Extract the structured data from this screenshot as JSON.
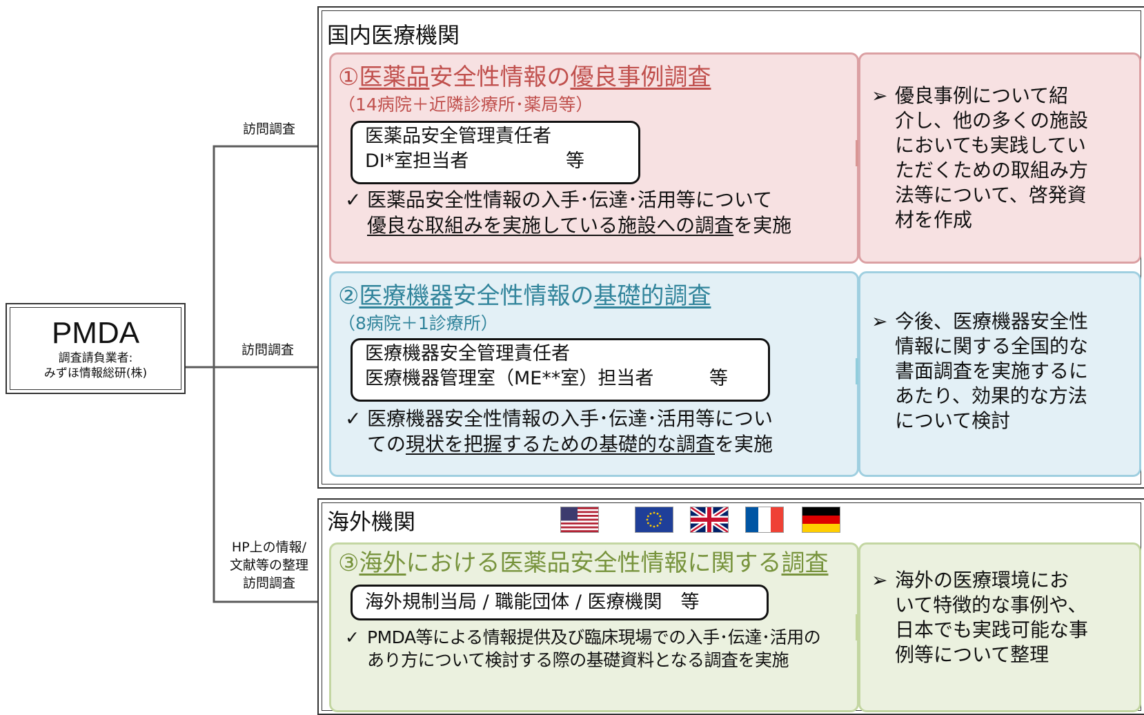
{
  "pmda": {
    "title": "PMDA",
    "sub1": "調査請負業者:",
    "sub2": "みずほ情報総研(株)"
  },
  "connectors": {
    "label1": "訪問調査",
    "label2": "訪問調査",
    "label3_line1": "HP上の情報/",
    "label3_line2": "文献等の整理",
    "label3_line3": "訪問調査"
  },
  "domestic": {
    "title": "国内医療機関",
    "survey1": {
      "num": "①",
      "title_a": "医薬品",
      "title_b": "安全性情報の",
      "title_c": "優良事例調査",
      "scope": "（14病院＋近隣診療所･薬局等）",
      "role1": "医薬品安全管理責任者",
      "role2": "DI*室担当者",
      "role_etc": "等",
      "check": "✓",
      "note1": "医薬品安全性情報の入手･伝達･活用等について",
      "note2_u": "優良な取組みを実施している施設への調査",
      "note2_rest": "を実施",
      "result": [
        "優良事例について紹",
        "介し、他の多くの施設",
        "においても実践してい",
        "ただくための取組み方",
        "法等について、啓発資",
        "材を作成"
      ],
      "bullet": "➢",
      "color": "#c0504d"
    },
    "survey2": {
      "num": "②",
      "title_a": "医療機器",
      "title_b": "安全性情報の",
      "title_c": "基礎的調査",
      "scope": "（8病院＋1診療所）",
      "role1": "医療機器安全管理責任者",
      "role2": "医療機器管理室（ME**室）担当者",
      "role_etc": "等",
      "check": "✓",
      "note1": "医療機器安全性情報の入手･伝達･活用等につい",
      "note2_pre": "ての",
      "note2_u": "現状を把握するための基礎的な調査",
      "note2_rest": "を実施",
      "result": [
        "今後、医療機器安全性",
        "情報に関する全国的な",
        "書面調査を実施するに",
        "あたり、効果的な方法",
        "について検討"
      ],
      "bullet": "➢",
      "color": "#4bacc6"
    }
  },
  "overseas": {
    "title": "海外機関",
    "flags": [
      "us-flag",
      "eu-flag",
      "uk-flag",
      "france-flag",
      "germany-flag"
    ],
    "survey3": {
      "num": "③",
      "title_a": "海外",
      "title_b": "における医薬品安全性情報に関する",
      "title_c": "調査",
      "role": "海外規制当局 / 職能団体 / 医療機関　等",
      "check": "✓",
      "note1": "PMDA等による情報提供及び臨床現場での入手･伝達･活用の",
      "note2": "あり方について検討する際の基礎資料となる調査を実施",
      "result": [
        "海外の医療環境にお",
        "いて特徴的な事例や、",
        "日本でも実践可能な事",
        "例等について整理"
      ],
      "bullet": "➢",
      "color": "#9bbb59"
    }
  }
}
